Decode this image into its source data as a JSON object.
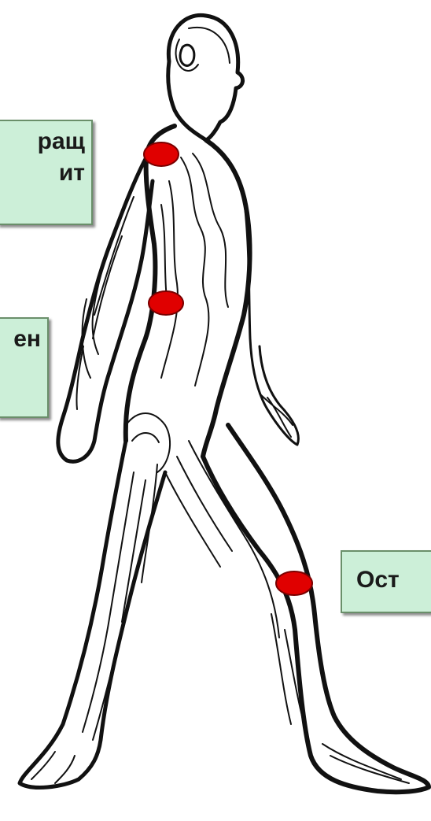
{
  "labels": {
    "shoulder": "ращ\nит",
    "waist": "ен",
    "knee": "Ост"
  },
  "colors": {
    "label_bg": "#ccefd8",
    "label_border": "#6a8f6a",
    "marker": "#e00000",
    "outline": "#111111"
  },
  "markers": [
    "shoulder-joint-marker",
    "waist-joint-marker",
    "knee-joint-marker"
  ]
}
